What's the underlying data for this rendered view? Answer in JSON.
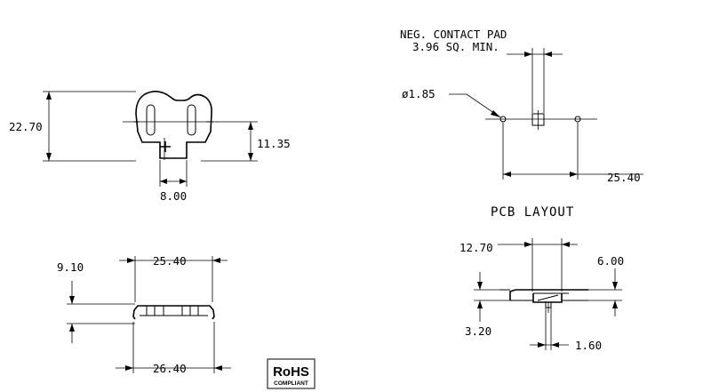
{
  "top_view": {
    "height_label": "22.70",
    "center_height_label": "11.35",
    "slot_width_label": "8.00"
  },
  "pcb_layout": {
    "note_line1": "NEG. CONTACT PAD",
    "note_line2": "3.96 SQ. MIN.",
    "hole_label": "ø1.85",
    "spacing_label": "25.40",
    "title": "PCB LAYOUT"
  },
  "front_view": {
    "height_label": "9.10",
    "inner_width_label": "25.40",
    "outer_width_label": "26.40"
  },
  "side_view": {
    "offset_label": "12.70",
    "height_label": "6.00",
    "lead_height_label": "3.20",
    "lead_width_label": "1.60"
  },
  "badge": {
    "title": "RoHS",
    "subtitle": "COMPLIANT"
  }
}
